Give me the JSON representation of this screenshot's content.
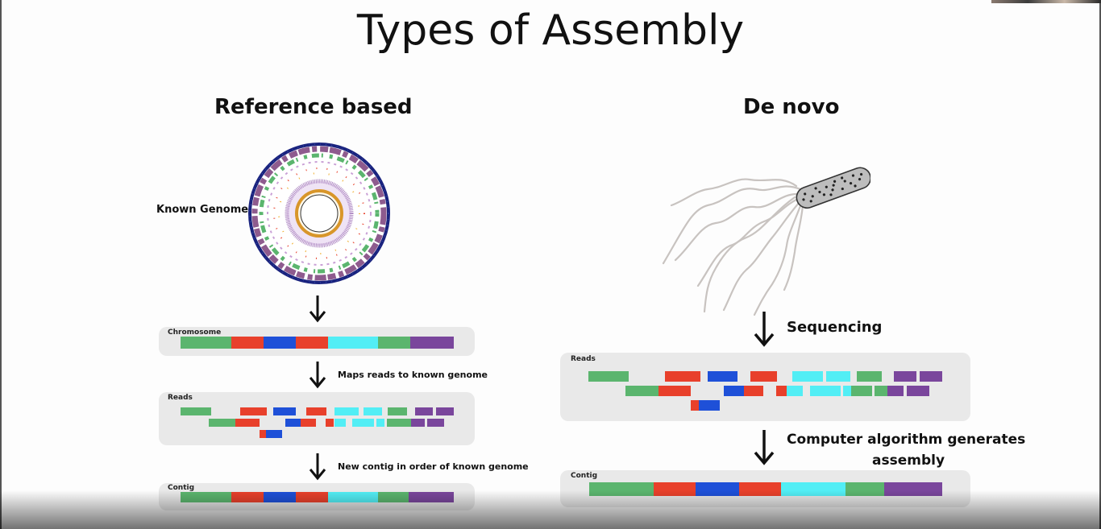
{
  "slide": {
    "title": "Types of Assembly",
    "reference": {
      "heading": "Reference based",
      "known_genome_label": "Known Genome",
      "chromosome_label": "Chromosome",
      "step1_label": "Maps reads to known genome",
      "reads_label": "Reads",
      "step2_label": "New contig in order of known genome",
      "contig_label": "Contig"
    },
    "denovo": {
      "heading": "De novo",
      "sequencing_label": "Sequencing",
      "reads_label": "Reads",
      "algorithm_label_line1": "Computer algorithm generates",
      "algorithm_label_line2": "assembly",
      "contig_label": "Contig"
    }
  },
  "colors": {
    "green": "#5bb56e",
    "red": "#e8402b",
    "blue": "#1e50d8",
    "cyan": "#52eef5",
    "purple": "#7a469c",
    "box_bg": "#e9e9e9",
    "genome_ring": "#1a237e"
  },
  "icons": {
    "genome": "circular-genome-map-icon",
    "bacterium": "flagellated-bacterium-icon",
    "arrow": "down-arrow-icon"
  }
}
